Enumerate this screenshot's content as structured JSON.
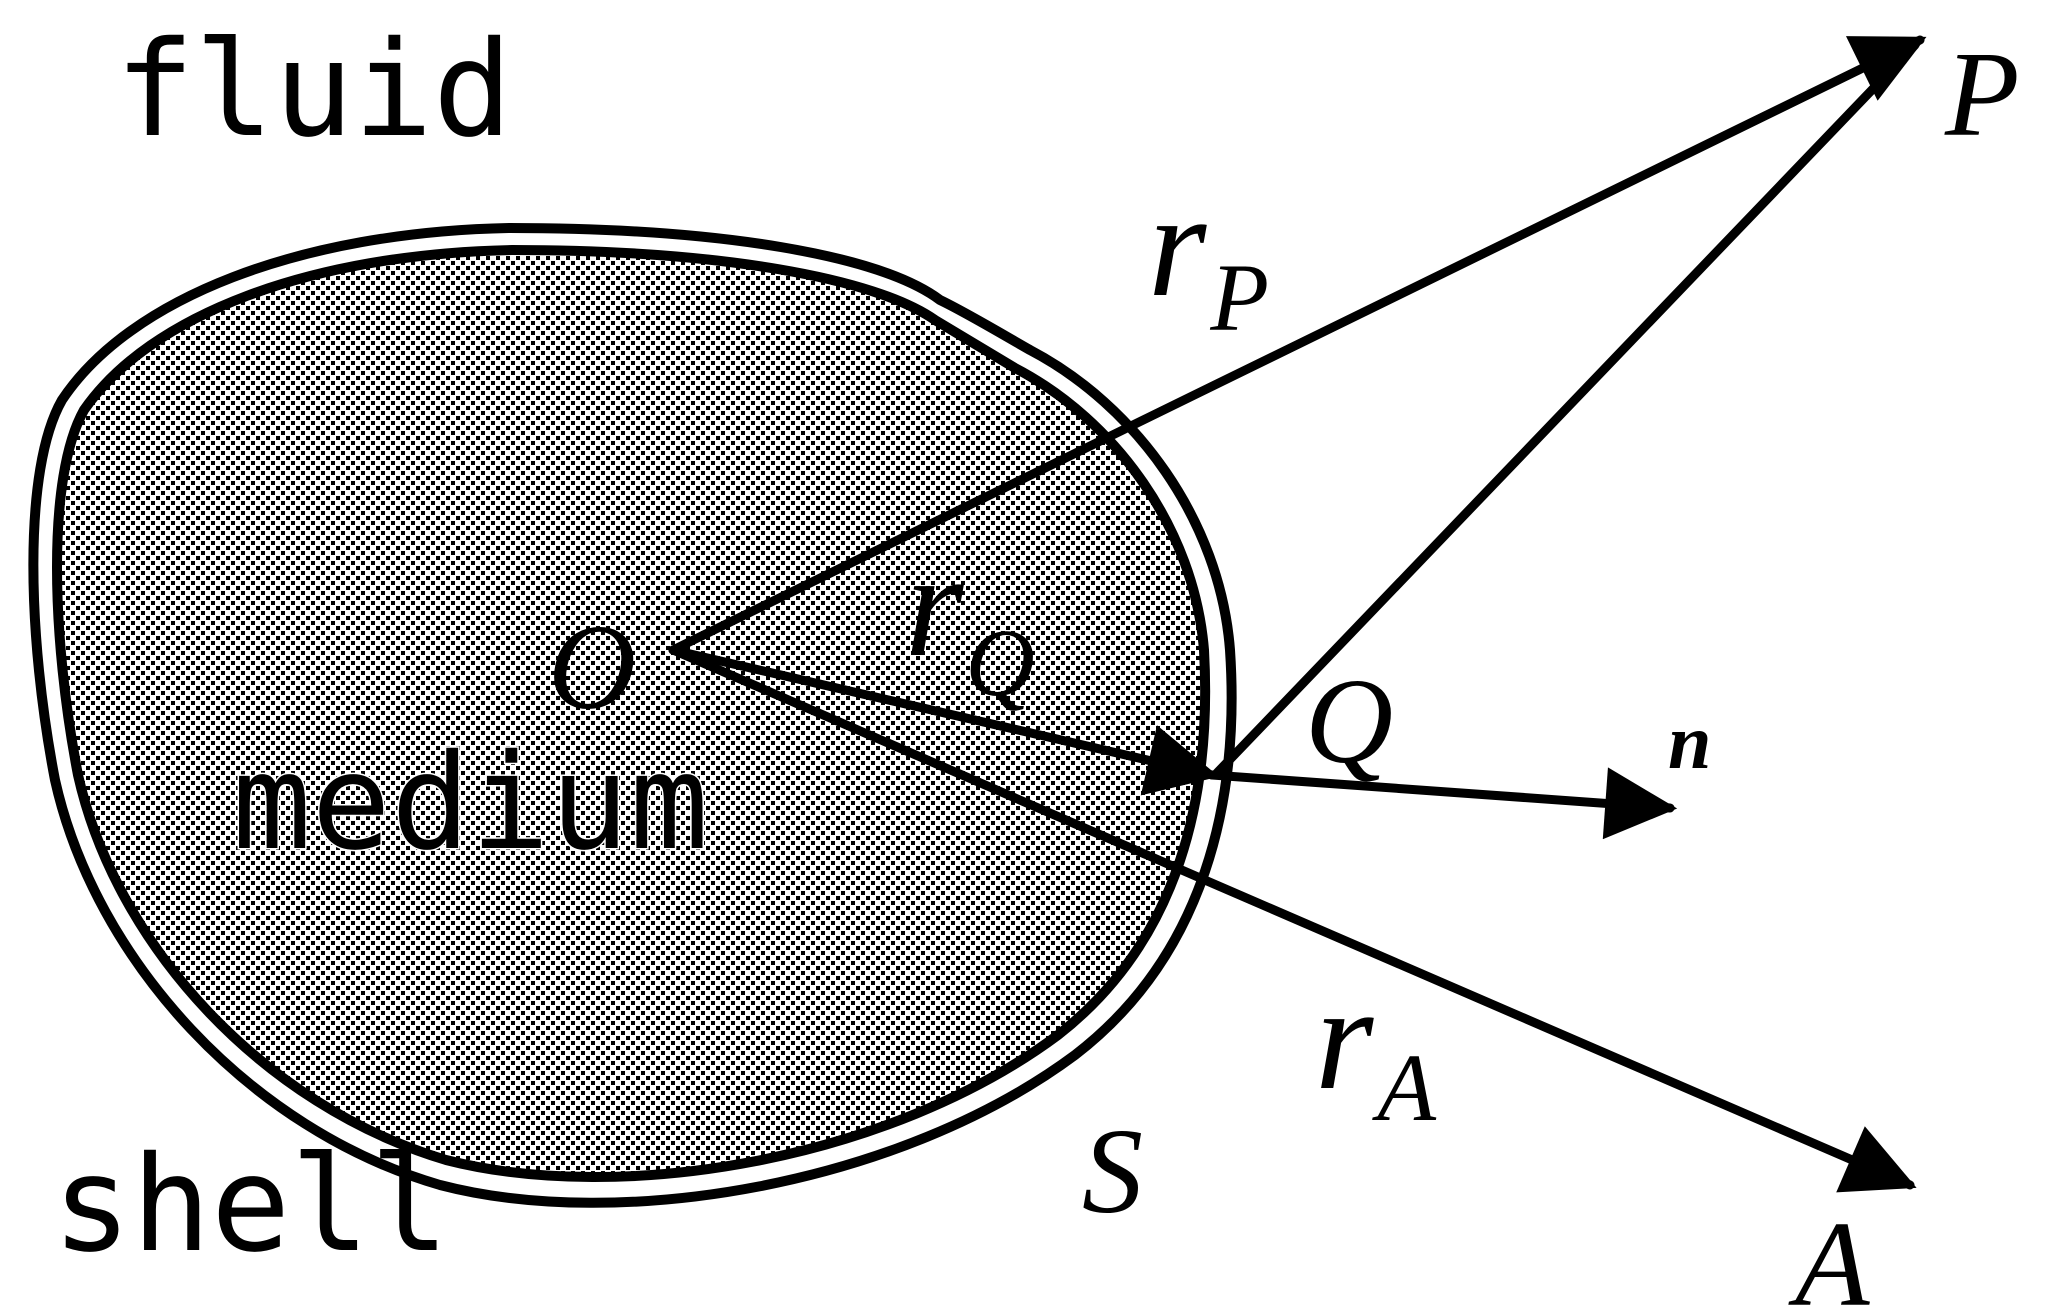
{
  "region_labels": {
    "fluid": "fluid",
    "medium": "medium",
    "shell": "shell"
  },
  "points": {
    "origin": "O",
    "field_point": "P",
    "surface_point": "Q",
    "point_a": "A",
    "surface": "S",
    "normal": "n"
  },
  "vectors": {
    "r_p": {
      "symbol": "r",
      "subscript": "P"
    },
    "r_q": {
      "symbol": "r",
      "subscript": "Q"
    },
    "r_a": {
      "symbol": "r",
      "subscript": "A"
    }
  },
  "colors": {
    "ink": "#000000",
    "background": "#ffffff",
    "medium_dots": "#000000"
  }
}
